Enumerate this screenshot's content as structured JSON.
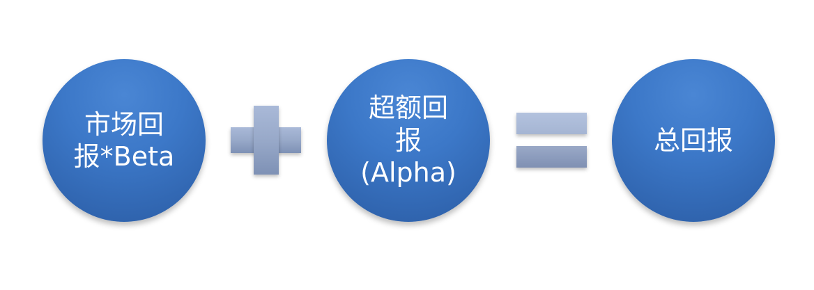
{
  "diagram": {
    "terms": {
      "market_return": "市场回\n报*Beta",
      "excess_return": "超额回\n报\n(Alpha)",
      "total_return": "总回报"
    },
    "operators": {
      "plus": "plus-sign",
      "equals": "equals-sign"
    },
    "colors": {
      "circle_fill": "#3c78c8",
      "operator_fill": "#98a9c9",
      "text": "#ffffff"
    }
  }
}
